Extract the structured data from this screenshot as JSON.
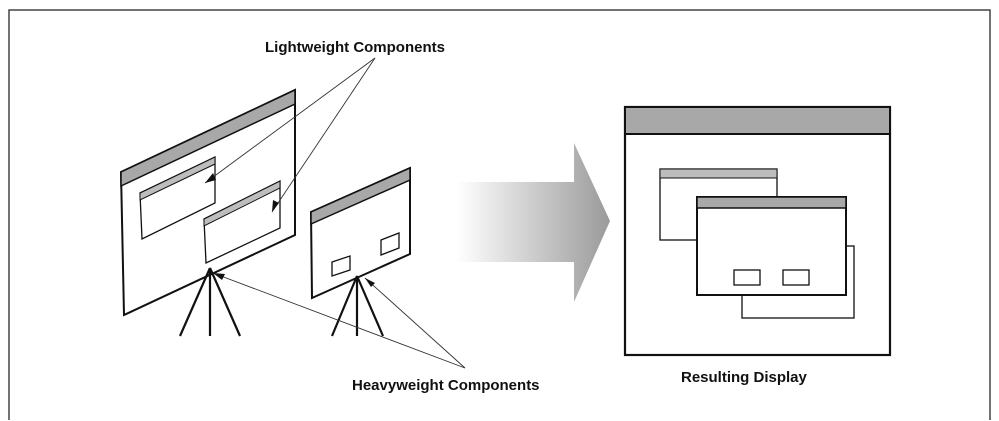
{
  "labels": {
    "lightweight": "Lightweight Components",
    "heavyweight": "Heavyweight Components",
    "result": "Resulting Display"
  },
  "colors": {
    "stroke": "#111111",
    "title_bar": "#a8a8a8",
    "frame": "#444444",
    "arrow_dark": "#9a9a9a",
    "arrow_light": "#ffffff"
  }
}
